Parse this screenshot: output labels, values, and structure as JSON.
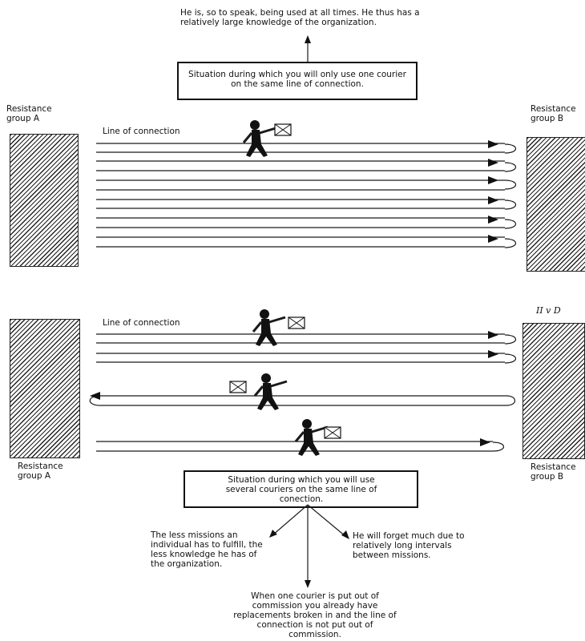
{
  "top": {
    "note": "He is, so to speak, being used at all times. He thus has a relatively large knowledge of the organization.",
    "situation": "Situation during which you will only use one courier on the same line of connection."
  },
  "upper": {
    "group_a": "Resistance group A",
    "group_b": "Resistance group B",
    "line_label": "Line of connection"
  },
  "lower": {
    "line_label": "Line of connection",
    "handwritten": "II v D",
    "group_a": "Resistance group A",
    "group_b": "Resistance group B",
    "situation": "Situation during which you will use several couriers on the same line of conection."
  },
  "outcomes": {
    "left": "The less missions an individual has to fulfill, the less knowledge he has of the organization.",
    "right": "He will forget much due to relatively long intervals between missions.",
    "bottom": "When one courier is put out of commission you already have replacements broken in and the line of connection is not put out of commission."
  }
}
